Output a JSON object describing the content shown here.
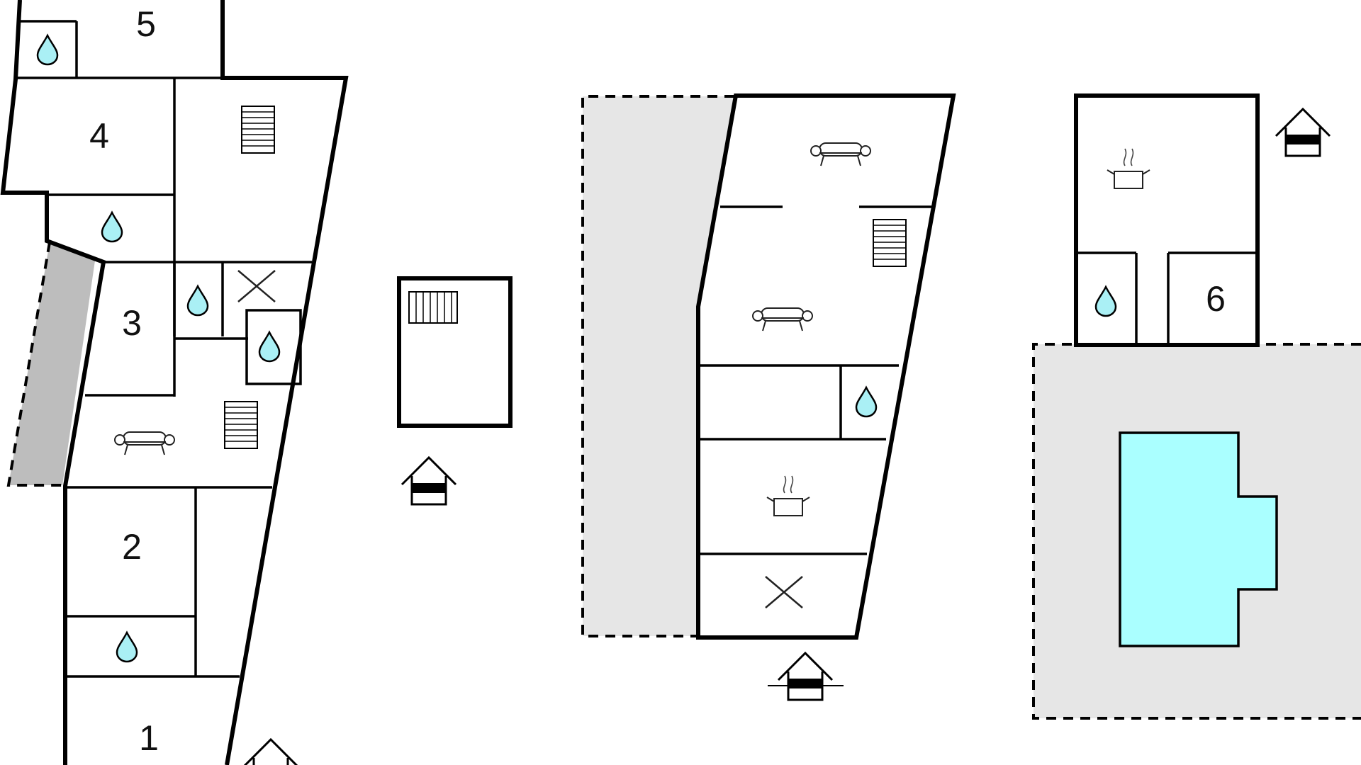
{
  "colors": {
    "background": "#ffffff",
    "wall": "#000000",
    "terrace_gray": "#bdbdbd",
    "yard_gray": "#e6e6e6",
    "pool": "#aaffff",
    "water": "#aaf0f5"
  },
  "rooms": [
    {
      "label": "5"
    },
    {
      "label": "4"
    },
    {
      "label": "3"
    },
    {
      "label": "2"
    },
    {
      "label": "1"
    },
    {
      "label": "6"
    }
  ],
  "icons": {
    "bathroom": "water-drop-icon",
    "bedroom_number": "room-number",
    "stairs": "stairs-icon",
    "living": "sofa-icon",
    "kitchen": "cooking-pot-icon",
    "storage": "cross-icon",
    "entrance": "entrance-icon",
    "pool": "swimming-pool"
  }
}
